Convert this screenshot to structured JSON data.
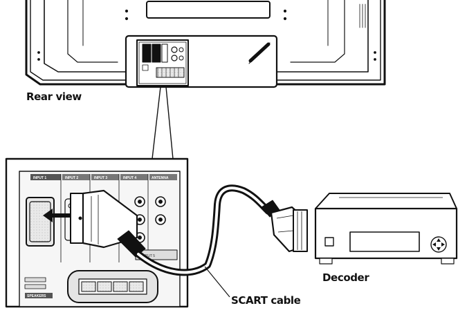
{
  "labels": {
    "rear_view": "Rear view",
    "decoder": "Decoder",
    "scart_cable": "SCART cable"
  },
  "panel_tabs": [
    "INPUT 1",
    "INPUT 2",
    "INPUT 3",
    "INPUT 4",
    "ANTENNA"
  ],
  "panel_small": {
    "input5": "INPUT 5",
    "speakers": "SPEAKERS"
  },
  "colors": {
    "line": "#111111",
    "background": "#ffffff",
    "panel_fill": "#f4f4f4",
    "tab_fill": "#555555"
  }
}
